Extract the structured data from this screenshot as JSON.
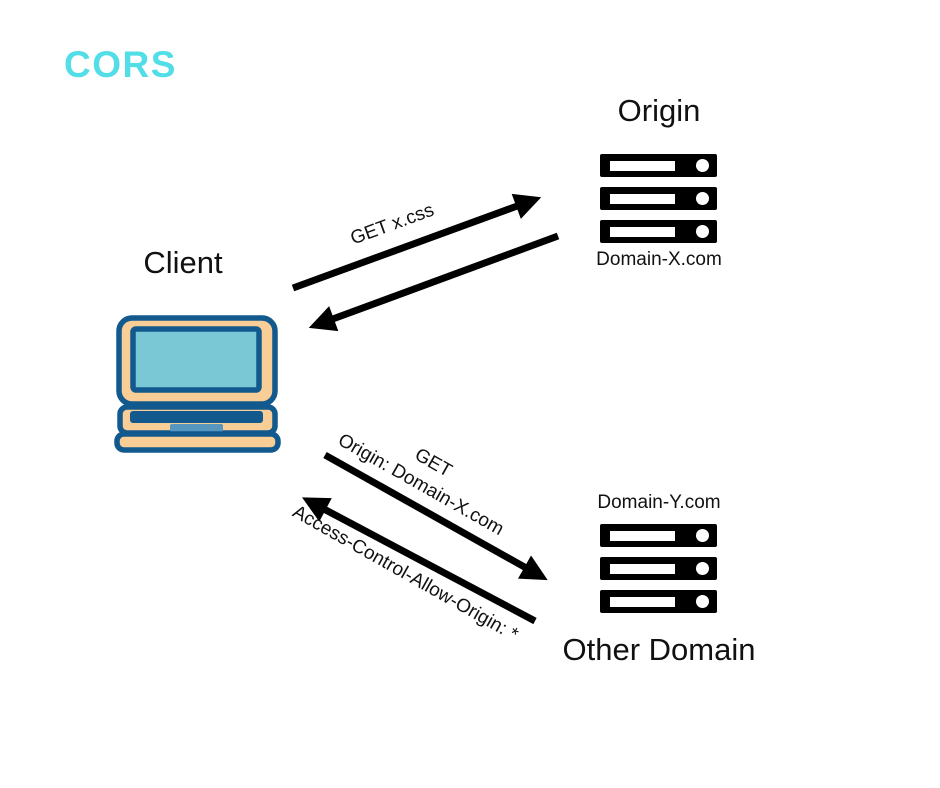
{
  "title": "CORS",
  "colors": {
    "accent": "#52DEE6",
    "ink": "#000000",
    "laptop_body": "#F8CD96",
    "laptop_outline": "#12598E",
    "laptop_screen": "#7AC8D6",
    "laptop_touchpad": "#5796BE"
  },
  "nodes": {
    "origin": {
      "title": "Origin",
      "domain": "Domain-X.com"
    },
    "client": {
      "title": "Client"
    },
    "other_domain": {
      "title": "Other Domain",
      "domain": "Domain-Y.com"
    }
  },
  "arrows": {
    "top_request": {
      "label": "GET x.css"
    },
    "top_response": {
      "label": ""
    },
    "bottom_request": {
      "label_line1": "GET",
      "label_line2": "Origin: Domain-X.com"
    },
    "bottom_response": {
      "label": "Access-Control-Allow-Origin: *"
    }
  }
}
